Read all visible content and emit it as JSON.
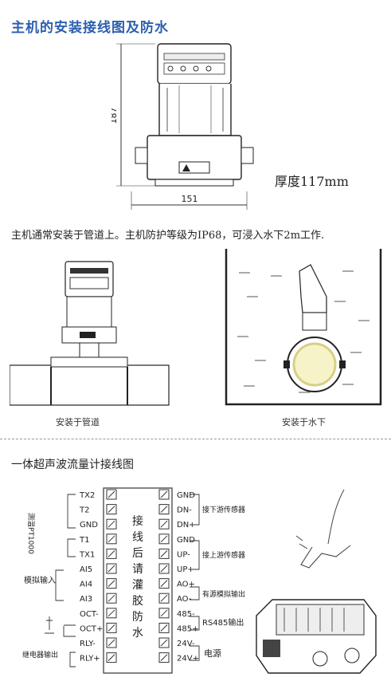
{
  "title": "主机的安装接线图及防水",
  "dimensions": {
    "height": "187",
    "width": "151"
  },
  "thickness": "厚度117mm",
  "intro": "主机通常安装于管道上。主机防护等级为IP68，可浸入水下2m工作.",
  "captions": {
    "pipe": "安装于管道",
    "water": "安装于水下"
  },
  "wiring_title": "一体超声波流量计接线图",
  "center_label": "接线后请灌胶防水",
  "left_terminals": [
    "TX2",
    "T2",
    "GND",
    "T1",
    "TX1",
    "AI5",
    "AI4",
    "AI3",
    "OCT-",
    "OCT+",
    "RLY-",
    "RLY+"
  ],
  "right_terminals": [
    "GND",
    "DN-",
    "DN+",
    "GND",
    "UP-",
    "UP+",
    "AO+",
    "AO-",
    "485-",
    "485+",
    "24V-",
    "24V+"
  ],
  "left_groups": {
    "pt1000": "测温PT1000",
    "analog_in": "模拟输入",
    "relay": "继电器输出"
  },
  "right_groups": {
    "down_sensor": "接下游传感器",
    "up_sensor": "接上游传感器",
    "current_out": "有源模拟输出",
    "rs485": "RS485输出",
    "power": "电源"
  }
}
